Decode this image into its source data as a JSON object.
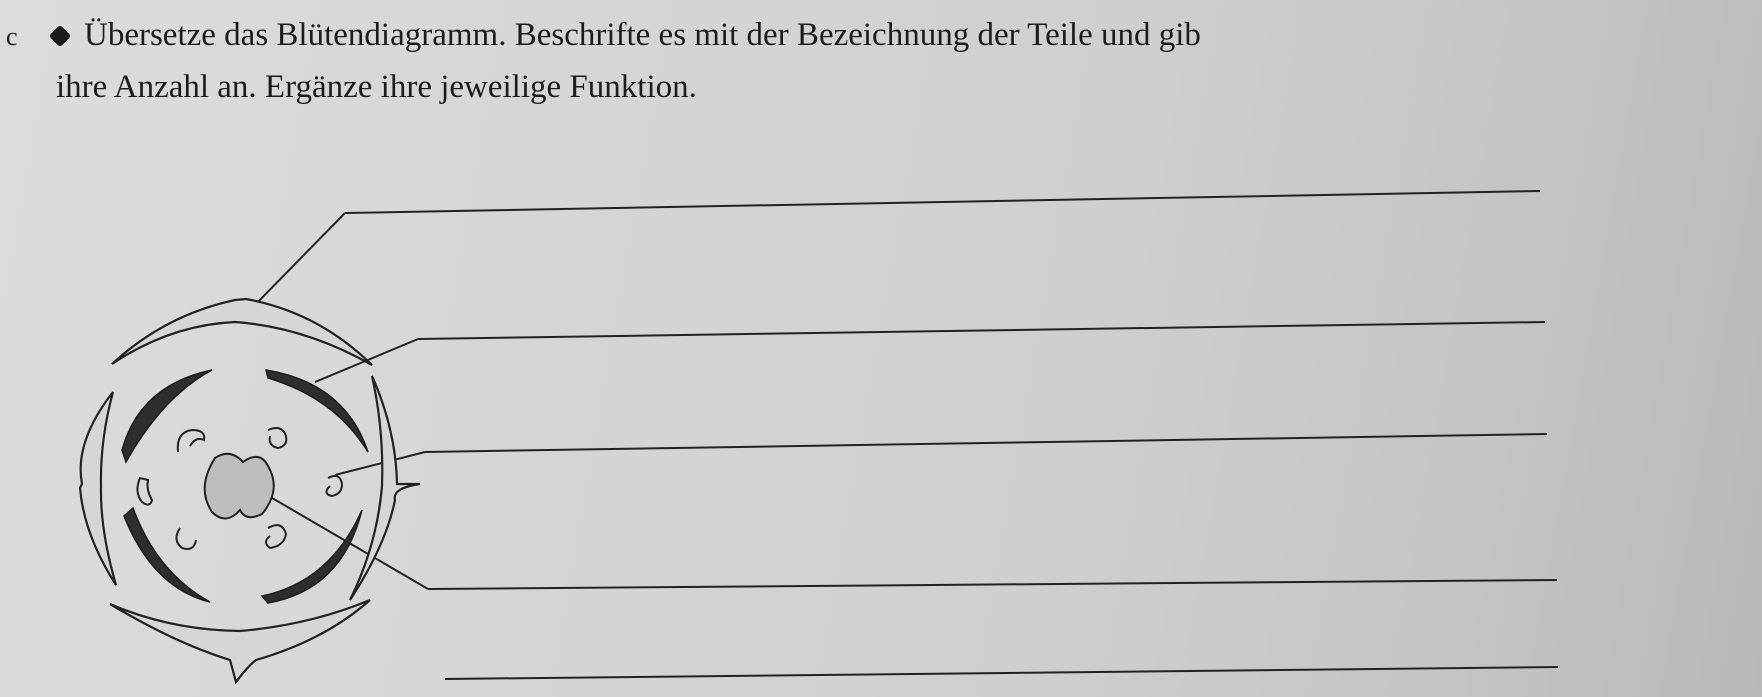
{
  "task": {
    "letter": "c",
    "marker_icon": "diamond-marker-icon",
    "line1": "Übersetze das Blütendiagramm. Beschrifte es mit der Bezeichnung der Teile und gib",
    "line2": "ihre Anzahl an. Ergänze ihre jeweilige Funktion."
  },
  "diagram": {
    "answer_lines": 5,
    "parts": [
      "sepals",
      "petals",
      "stamens",
      "pistil"
    ]
  },
  "colors": {
    "ink": "#1c1c1c",
    "petal_fill": "#2e2e2e",
    "paper": "#d3d3d1"
  }
}
